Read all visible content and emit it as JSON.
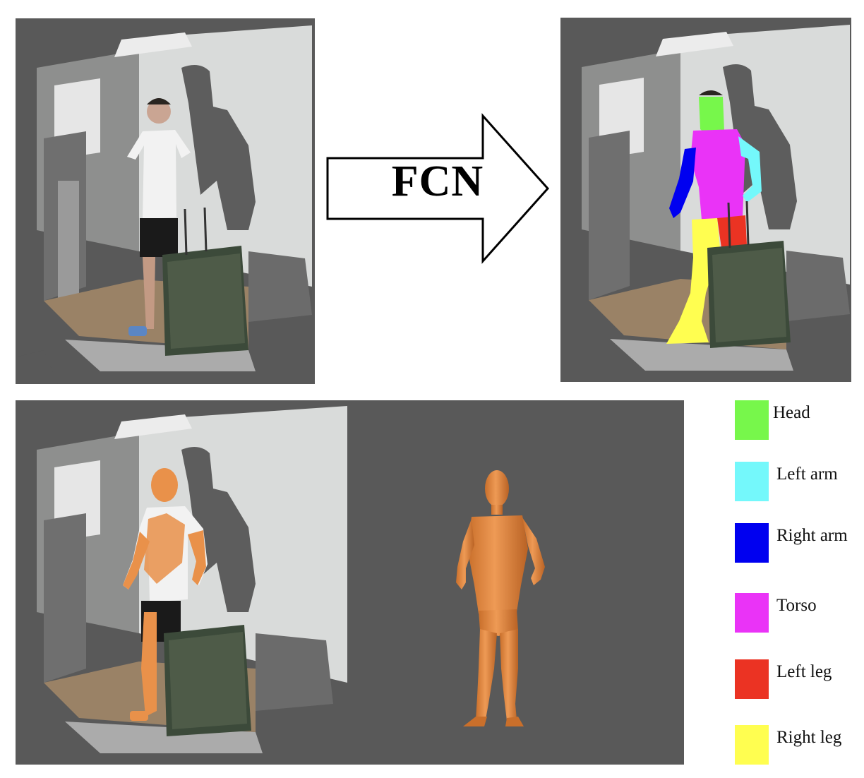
{
  "arrow": {
    "label": "FCN"
  },
  "legend": [
    {
      "label": "Head",
      "color": "#77f74b"
    },
    {
      "label": "Left arm",
      "color": "#74f8fb"
    },
    {
      "label": "Right arm",
      "color": "#0000f0"
    },
    {
      "label": "Torso",
      "color": "#ea33f7"
    },
    {
      "label": "Left leg",
      "color": "#eb3323"
    },
    {
      "label": "Right leg",
      "color": "#fffe50"
    }
  ],
  "colors": {
    "background_gray": "#595959",
    "wall": "#dcdedd",
    "floor_wood": "#9a8266",
    "skin_mesh": "#e9914a"
  }
}
